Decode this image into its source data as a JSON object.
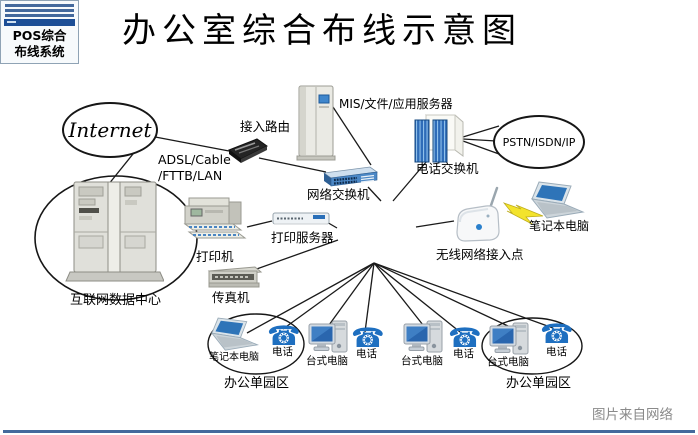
{
  "title": "办公室综合布线示意图",
  "watermark": "图片来自网络",
  "icons": {
    "phone": "☎"
  },
  "nodes": {
    "internet": {
      "label": "Internet"
    },
    "idc": {
      "label": "互联网数据中心"
    },
    "access_router": {
      "label": "接入路由"
    },
    "adsl": {
      "line1": "ADSL/Cable",
      "line2": "/FTTB/LAN"
    },
    "mis_server": {
      "label": "MIS/文件/应用服务器"
    },
    "network_switch": {
      "label": "网络交换机"
    },
    "pbx": {
      "label": "电话交换机"
    },
    "pstn": {
      "label": "PSTN/ISDN/IP"
    },
    "pos": {
      "line1": "POS综合",
      "line2": "布线系统"
    },
    "wireless_ap": {
      "label": "无线网络接入点"
    },
    "laptop_wireless": {
      "label": "笔记本电脑"
    },
    "printer": {
      "label": "打印机"
    },
    "print_server": {
      "label": "打印服务器"
    },
    "fax": {
      "label": "传真机"
    }
  },
  "workstations": [
    {
      "type": "laptop",
      "label": "笔记本电脑"
    },
    {
      "type": "phone",
      "label": "电话"
    },
    {
      "type": "desktop",
      "label": "台式电脑"
    },
    {
      "type": "phone",
      "label": "电话"
    },
    {
      "type": "desktop",
      "label": "台式电脑"
    },
    {
      "type": "phone",
      "label": "电话"
    },
    {
      "type": "desktop",
      "label": "台式电脑"
    },
    {
      "type": "phone",
      "label": "电话"
    }
  ],
  "zones": [
    {
      "label": "办公单园区"
    },
    {
      "label": "办公单园区"
    }
  ],
  "colors": {
    "line": "#1a1a1a",
    "device_blue": "#2e6cb8",
    "lightning": "#f3e32c",
    "watermark_gray": "#8a8a8a"
  }
}
